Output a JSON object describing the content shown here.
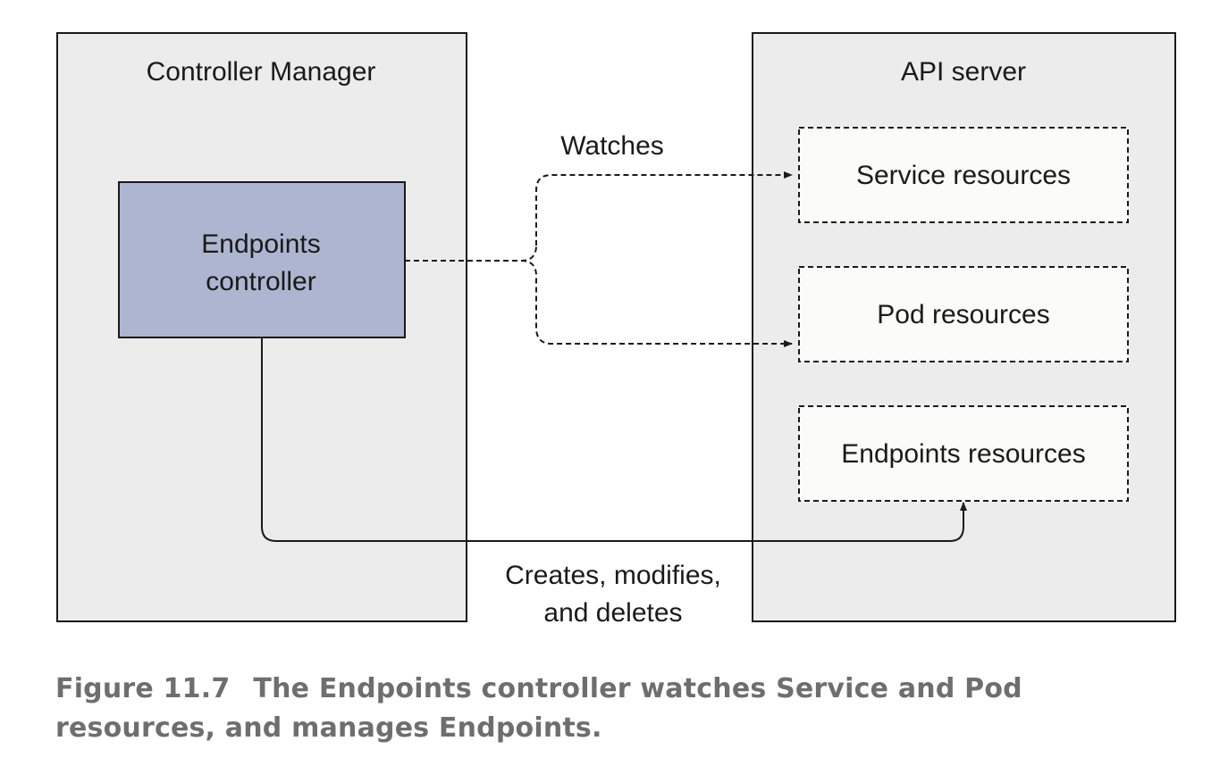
{
  "controller_manager": {
    "title": "Controller Manager",
    "endpoints_controller": {
      "line1": "Endpoints",
      "line2": "controller"
    }
  },
  "api_server": {
    "title": "API server",
    "resources": [
      "Service resources",
      "Pod resources",
      "Endpoints resources"
    ]
  },
  "edges": {
    "watches": "Watches",
    "creates_line1": "Creates, modifies,",
    "creates_line2": "and deletes"
  },
  "caption": {
    "number": "Figure 11.7",
    "text": "The Endpoints controller watches Service and Pod resources, and manages Endpoints."
  },
  "colors": {
    "panel_fill": "#ececec",
    "controller_fill": "#adb5d1",
    "resource_fill": "#fbfbf9",
    "caption_text": "#6e6e6e"
  }
}
